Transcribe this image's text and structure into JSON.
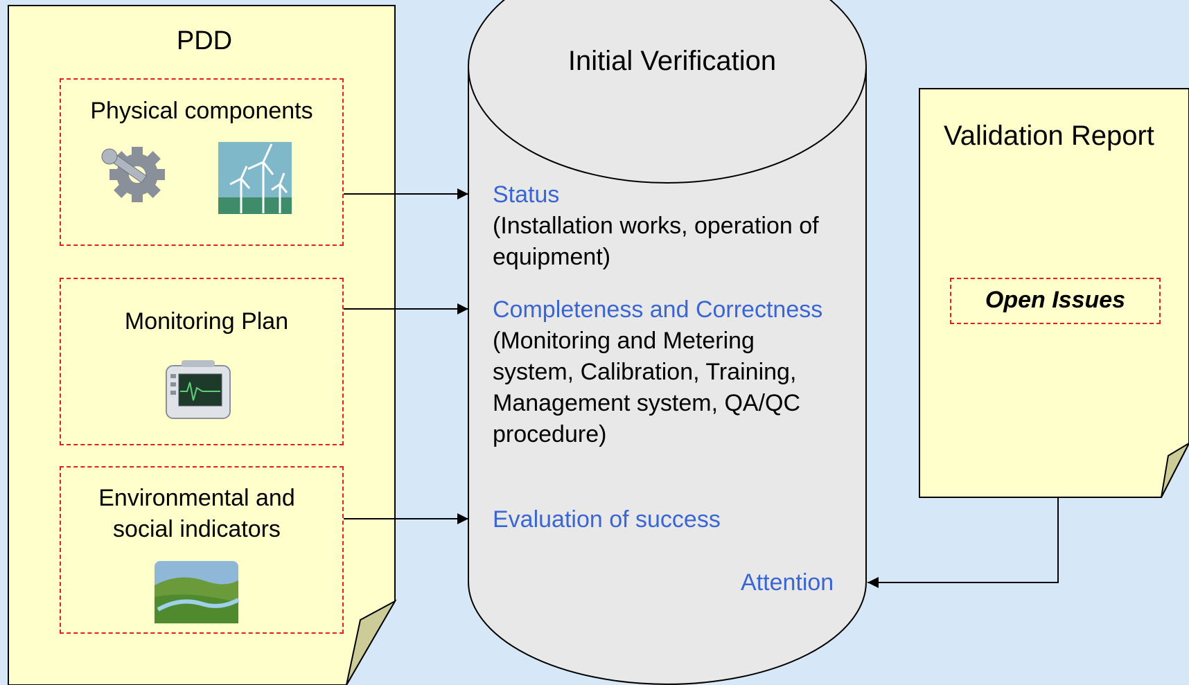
{
  "pdd": {
    "title": "PDD",
    "physical": {
      "label": "Physical components",
      "icons": [
        "tools-gear-icon",
        "wind-turbines-icon"
      ]
    },
    "monitoring": {
      "label": "Monitoring Plan",
      "icons": [
        "monitor-device-icon"
      ]
    },
    "environmental": {
      "label_line1": "Environmental and",
      "label_line2": "social indicators",
      "icons": [
        "landscape-river-icon"
      ]
    }
  },
  "verification": {
    "title": "Initial Verification",
    "status": {
      "heading": "Status",
      "line1": "(Installation works, operation of",
      "line2": "equipment)"
    },
    "completeness": {
      "heading": "Completeness and Correctness",
      "line1": "(Monitoring and Metering",
      "line2": "system, Calibration, Training,",
      "line3": "Management system, QA/QC",
      "line4": "procedure)"
    },
    "evaluation": {
      "heading": "Evaluation of success"
    },
    "attention": {
      "heading": "Attention"
    }
  },
  "report": {
    "title": "Validation Report",
    "issues": "Open Issues"
  },
  "colors": {
    "background": "#d6e8f7",
    "document_fill": "#ffffcc",
    "cylinder_fill": "#e8e8e8",
    "heading_blue": "#3a66d4",
    "dash_red": "#e02020",
    "fold_fill": "#cccc99"
  }
}
